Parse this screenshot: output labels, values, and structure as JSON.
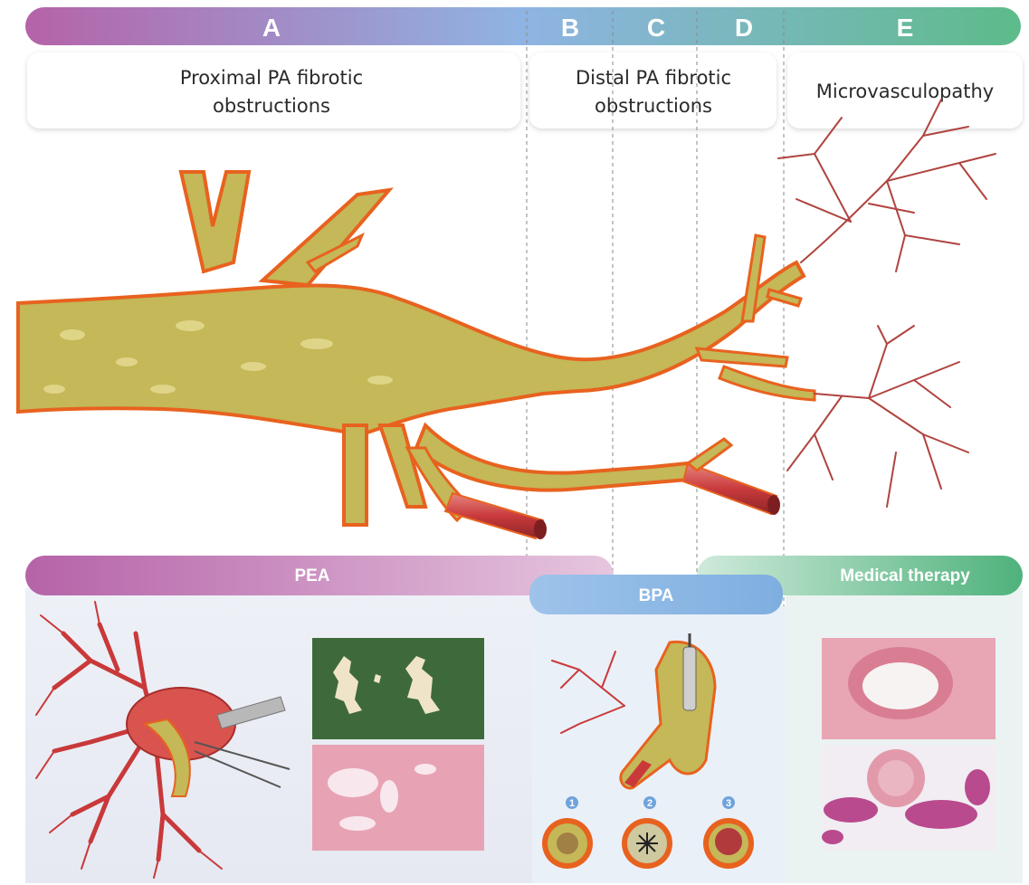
{
  "stages": [
    {
      "letter": "A",
      "region": [
        "Proximal PA fibrotic",
        "obstructions"
      ]
    },
    {
      "letter": "B"
    },
    {
      "letter": "C",
      "region": [
        "Distal PA fibrotic",
        "obstructions"
      ]
    },
    {
      "letter": "D"
    },
    {
      "letter": "E",
      "region": [
        "Microvasculopathy"
      ]
    }
  ],
  "treatments": {
    "pea": "PEA",
    "bpa": "BPA",
    "medical": "Medical therapy"
  },
  "bpa_steps": [
    "1",
    "2",
    "3"
  ],
  "colors": {
    "band_start": "#b563a8",
    "band_mid": "#7fb0e0",
    "band_end": "#5dbb8a",
    "vessel_fill": "#c4b858",
    "vessel_wall": "#e8621f",
    "vessel_red": "#c9393a",
    "histology_pink": "#e7a3b4",
    "specimen_green": "#3e6a3b"
  }
}
